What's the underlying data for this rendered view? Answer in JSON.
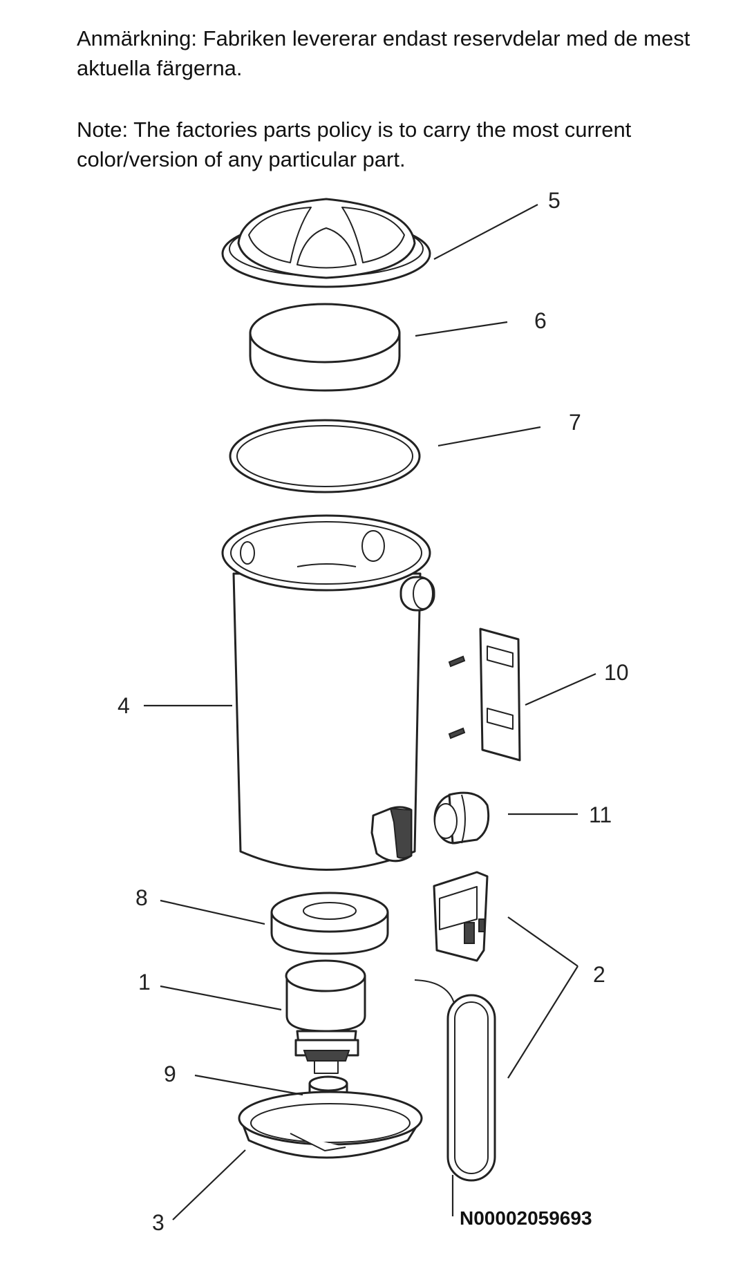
{
  "notes": {
    "swedish": "Anmärkning: Fabriken levererar endast reservdelar med de mest aktuella färgerna.",
    "english": "Note: The factories parts policy is to carry the most current color/version of any particular part."
  },
  "callouts": {
    "c1": "1",
    "c2": "2",
    "c3": "3",
    "c4": "4",
    "c5": "5",
    "c6": "6",
    "c7": "7",
    "c8": "8",
    "c9": "9",
    "c10": "10",
    "c11": "11"
  },
  "document_code": "N00002059693"
}
